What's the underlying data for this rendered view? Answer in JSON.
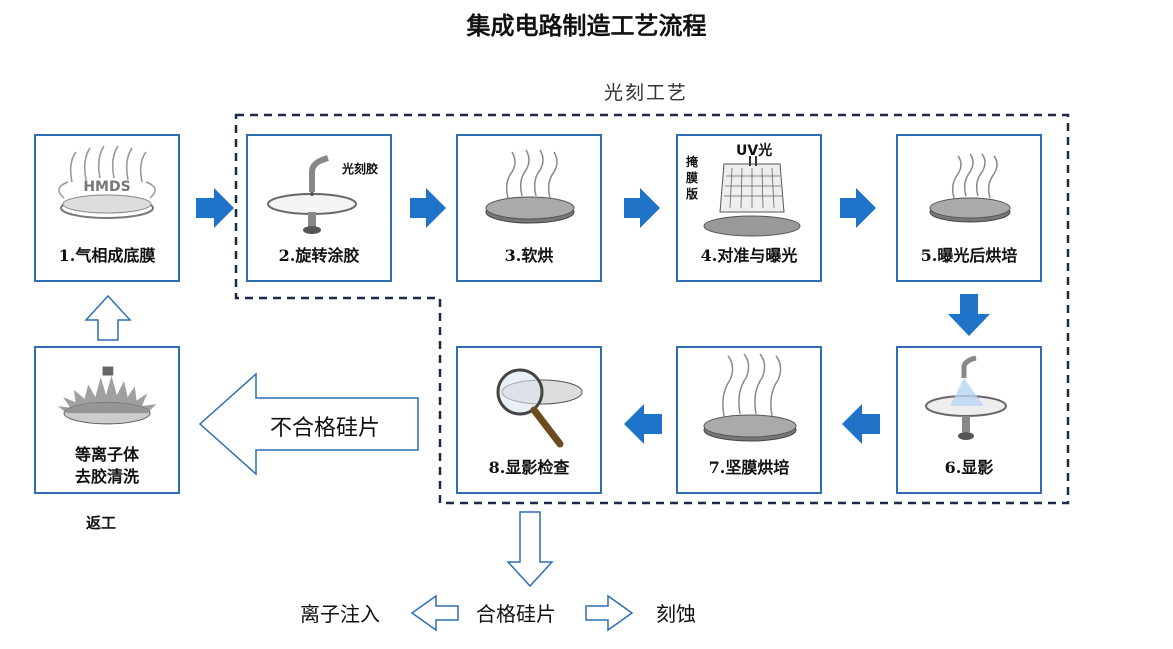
{
  "title": "集成电路制造工艺流程",
  "region_label": "光刻工艺",
  "steps": [
    {
      "label": "1.气相成底膜",
      "art_text": "HMDS"
    },
    {
      "label": "2.旋转涂胶",
      "annotation": "光刻胶"
    },
    {
      "label": "3.软烘"
    },
    {
      "label": "4.对准与曝光",
      "annotation_top": "UV光",
      "annotation_side": "掩膜版"
    },
    {
      "label": "5.曝光后烘培"
    },
    {
      "label": "6.显影"
    },
    {
      "label": "7.坚膜烘培"
    },
    {
      "label": "8.显影检查"
    }
  ],
  "rework_box": {
    "line1": "等离子体",
    "line2": "去胶清洗"
  },
  "rework_label": "返工",
  "reject_label": "不合格硅片",
  "pass_label": "合格硅片",
  "left_outcome": "离子注入",
  "right_outcome": "刻蚀",
  "colors": {
    "box_border": "#2f6fb1",
    "flow_arrow": "#1f73c8",
    "dashed": "#1c2a4a"
  }
}
